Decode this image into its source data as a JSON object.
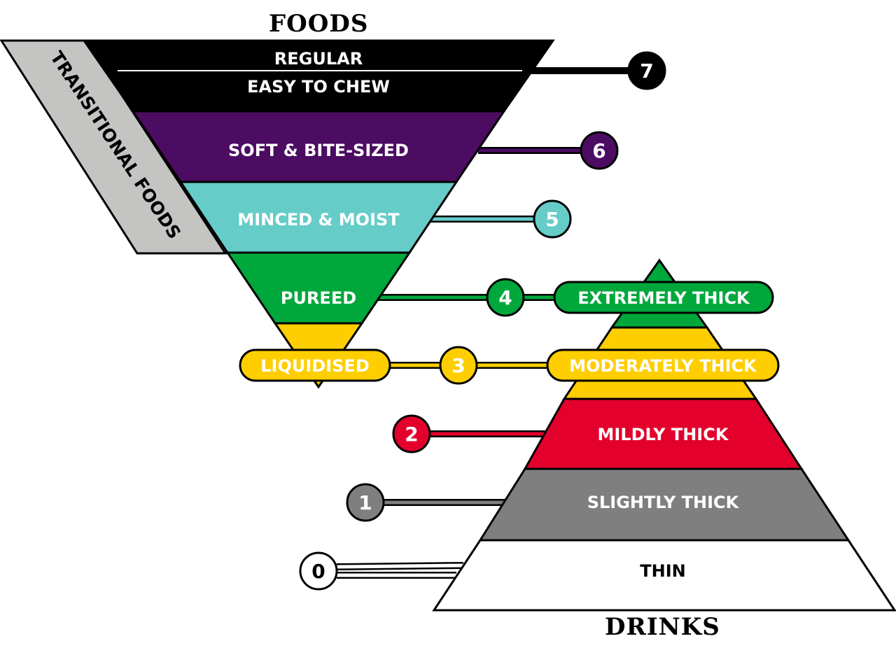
{
  "headings": {
    "foods": "FOODS",
    "drinks": "DRINKS"
  },
  "transitional": {
    "label": "TRANSITIONAL FOODS",
    "color": "#c4c4c2"
  },
  "food_levels": [
    {
      "name": "regular",
      "label": "REGULAR",
      "level": "7",
      "color": "#000000",
      "text_color": "#ffffff"
    },
    {
      "name": "easy-to-chew",
      "label": "EASY TO CHEW",
      "level": "7",
      "color": "#000000",
      "text_color": "#ffffff"
    },
    {
      "name": "soft-bite-sized",
      "label": "SOFT & BITE-SIZED",
      "level": "6",
      "color": "#4b0c62",
      "text_color": "#ffffff"
    },
    {
      "name": "minced-moist",
      "label": "MINCED & MOIST",
      "level": "5",
      "color": "#66ccc8",
      "text_color": "#ffffff"
    },
    {
      "name": "pureed",
      "label": "PUREED",
      "level": "4",
      "color": "#00a83c",
      "text_color": "#ffffff"
    },
    {
      "name": "liquidised",
      "label": "LIQUIDISED",
      "level": "3",
      "color": "#ffce00",
      "text_color": "#ffffff"
    }
  ],
  "drink_levels": [
    {
      "name": "extremely-thick",
      "label": "EXTREMELY THICK",
      "level": "4",
      "color": "#00a83c",
      "text_color": "#ffffff"
    },
    {
      "name": "moderately-thick",
      "label": "MODERATELY THICK",
      "level": "3",
      "color": "#ffce00",
      "text_color": "#ffffff"
    },
    {
      "name": "mildly-thick",
      "label": "MILDLY THICK",
      "level": "2",
      "color": "#e3002c",
      "text_color": "#ffffff"
    },
    {
      "name": "slightly-thick",
      "label": "SLIGHTLY THICK",
      "level": "1",
      "color": "#7f7f7f",
      "text_color": "#ffffff"
    },
    {
      "name": "thin",
      "label": "THIN",
      "level": "0",
      "color": "#ffffff",
      "text_color": "#000000"
    }
  ],
  "level_badges": [
    {
      "level": "7",
      "color": "#000000",
      "text_color": "#ffffff"
    },
    {
      "level": "6",
      "color": "#4b0c62",
      "text_color": "#ffffff"
    },
    {
      "level": "5",
      "color": "#66ccc8",
      "text_color": "#ffffff"
    },
    {
      "level": "4",
      "color": "#00a83c",
      "text_color": "#ffffff"
    },
    {
      "level": "3",
      "color": "#ffce00",
      "text_color": "#ffffff"
    },
    {
      "level": "2",
      "color": "#e3002c",
      "text_color": "#ffffff"
    },
    {
      "level": "1",
      "color": "#7f7f7f",
      "text_color": "#ffffff"
    },
    {
      "level": "0",
      "color": "#ffffff",
      "text_color": "#000000"
    }
  ]
}
